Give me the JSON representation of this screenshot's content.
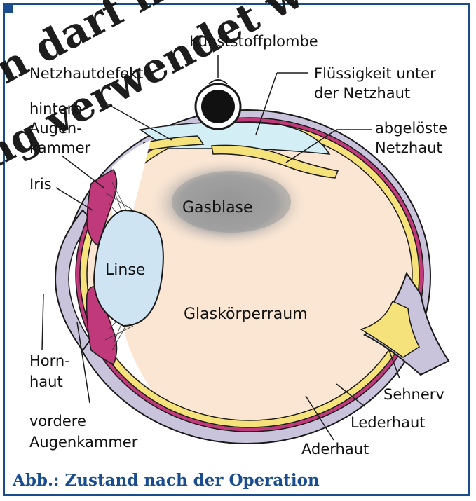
{
  "watermark": {
    "line1": "n darf nic",
    "line2": "ng verwendet w"
  },
  "labels": {
    "kunststoffplombe": "Kunststoffplombe",
    "netzhautdefekt": "Netzhautdefekt",
    "fluessigkeit_1": "Flüssigkeit unter",
    "fluessigkeit_2": "der Netzhaut",
    "hintere_1": "hintere",
    "hintere_2": "Augen-",
    "hintere_3": "kammer",
    "abgeloeste_1": "abgelöste",
    "abgeloeste_2": "Netzhaut",
    "iris": "Iris",
    "gasblase": "Gasblase",
    "linse": "Linse",
    "glaskoerperraum": "Glaskörperraum",
    "hornhaut_1": "Horn-",
    "hornhaut_2": "haut",
    "vordere_1": "vordere",
    "vordere_2": "Augenkammer",
    "sehnerv": "Sehnerv",
    "lederhaut": "Lederhaut",
    "aderhaut": "Aderhaut"
  },
  "caption": "Abb.: Zustand nach der Operation",
  "colors": {
    "frame": "#1a4d8f",
    "sclera": "#c9c4dc",
    "choroid": "#c0397a",
    "retina": "#f5e27a",
    "vitreous": "#fbe6d3",
    "fluid": "#d4eef6",
    "lens": "#cfe4f3",
    "gas": "#9a9a9a"
  }
}
